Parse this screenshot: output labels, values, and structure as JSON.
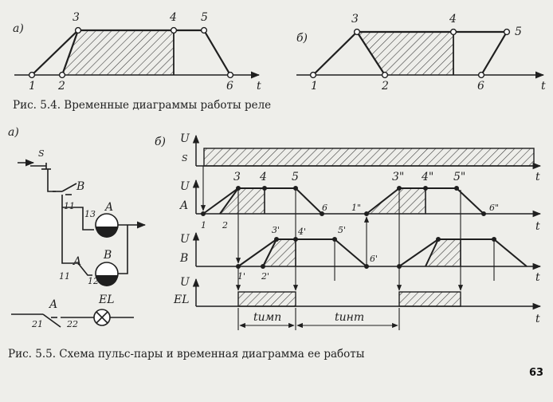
{
  "figure_5_4": {
    "caption": "Рис. 5.4. Временные диаграммы работы реле",
    "panel_a": {
      "label": "а)",
      "points": [
        "1",
        "2",
        "3",
        "4",
        "5",
        "6"
      ],
      "axis_label": "t"
    },
    "panel_b": {
      "label": "б)",
      "points": [
        "1",
        "2",
        "3",
        "4",
        "5",
        "6"
      ],
      "axis_label": "t"
    }
  },
  "figure_5_5": {
    "caption": "Рис. 5.5. Схема пульс-пары и временная диаграмма ее работы",
    "schematic": {
      "label": "а)",
      "switch_label": "S",
      "contact_b_label": "B",
      "relay_a_label": "A",
      "relay_b_label": "B",
      "contact_a_label": "A",
      "contact_a2_label": "A",
      "lamp_label": "EL",
      "pin_11a": "11",
      "pin_13": "13",
      "pin_11b": "11",
      "pin_12": "12",
      "pin_21": "21",
      "pin_22": "22"
    },
    "timing": {
      "label": "б)",
      "rows": [
        {
          "u": "U",
          "name": "S"
        },
        {
          "u": "U",
          "name": "A"
        },
        {
          "u": "U",
          "name": "B"
        },
        {
          "u": "U",
          "name": "EL"
        }
      ],
      "axis_label": "t",
      "a_points": [
        "1",
        "2",
        "3",
        "4",
        "5",
        "6",
        "1\"",
        "3\"",
        "4\"",
        "5\"",
        "6\""
      ],
      "b_points": [
        "1'",
        "2'",
        "3'",
        "4'",
        "5'",
        "6'"
      ],
      "t_imp": "tимп",
      "t_int": "tинт"
    }
  },
  "page_number": "63"
}
